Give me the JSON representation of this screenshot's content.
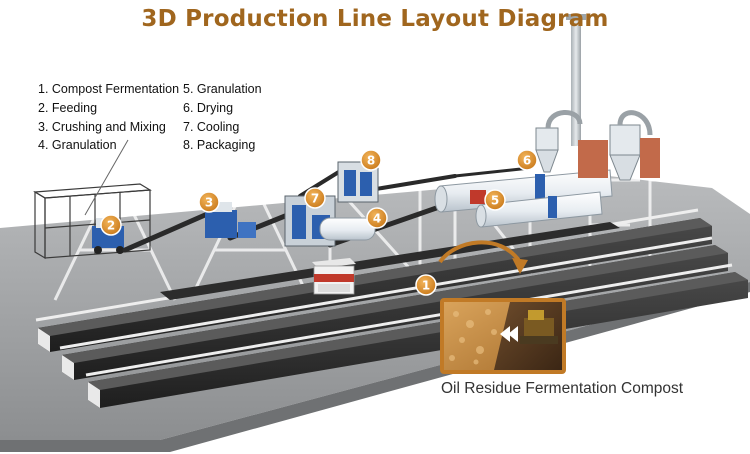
{
  "title": "3D Production Line Layout Diagram",
  "legend": {
    "left": [
      "1. Compost Fermentation",
      "2. Feeding",
      "3. Crushing and Mixing",
      "4. Granulation"
    ],
    "right": [
      "5. Granulation",
      "6. Drying",
      "7. Cooling",
      "8. Packaging"
    ]
  },
  "markers": [
    {
      "id": "m1",
      "label": "1"
    },
    {
      "id": "m2",
      "label": "2"
    },
    {
      "id": "m3",
      "label": "3"
    },
    {
      "id": "m4",
      "label": "4"
    },
    {
      "id": "m5",
      "label": "5"
    },
    {
      "id": "m6",
      "label": "6"
    },
    {
      "id": "m7",
      "label": "7"
    },
    {
      "id": "m8",
      "label": "8"
    }
  ],
  "caption": "Oil Residue Fermentation Compost",
  "colors": {
    "title": "#a0661e",
    "marker": "#d68a1d",
    "floor": "#9a9c9e",
    "machine_blue": "#2c5fae",
    "dryer_white": "#e9eef3",
    "inset_border": "#c17a26"
  }
}
